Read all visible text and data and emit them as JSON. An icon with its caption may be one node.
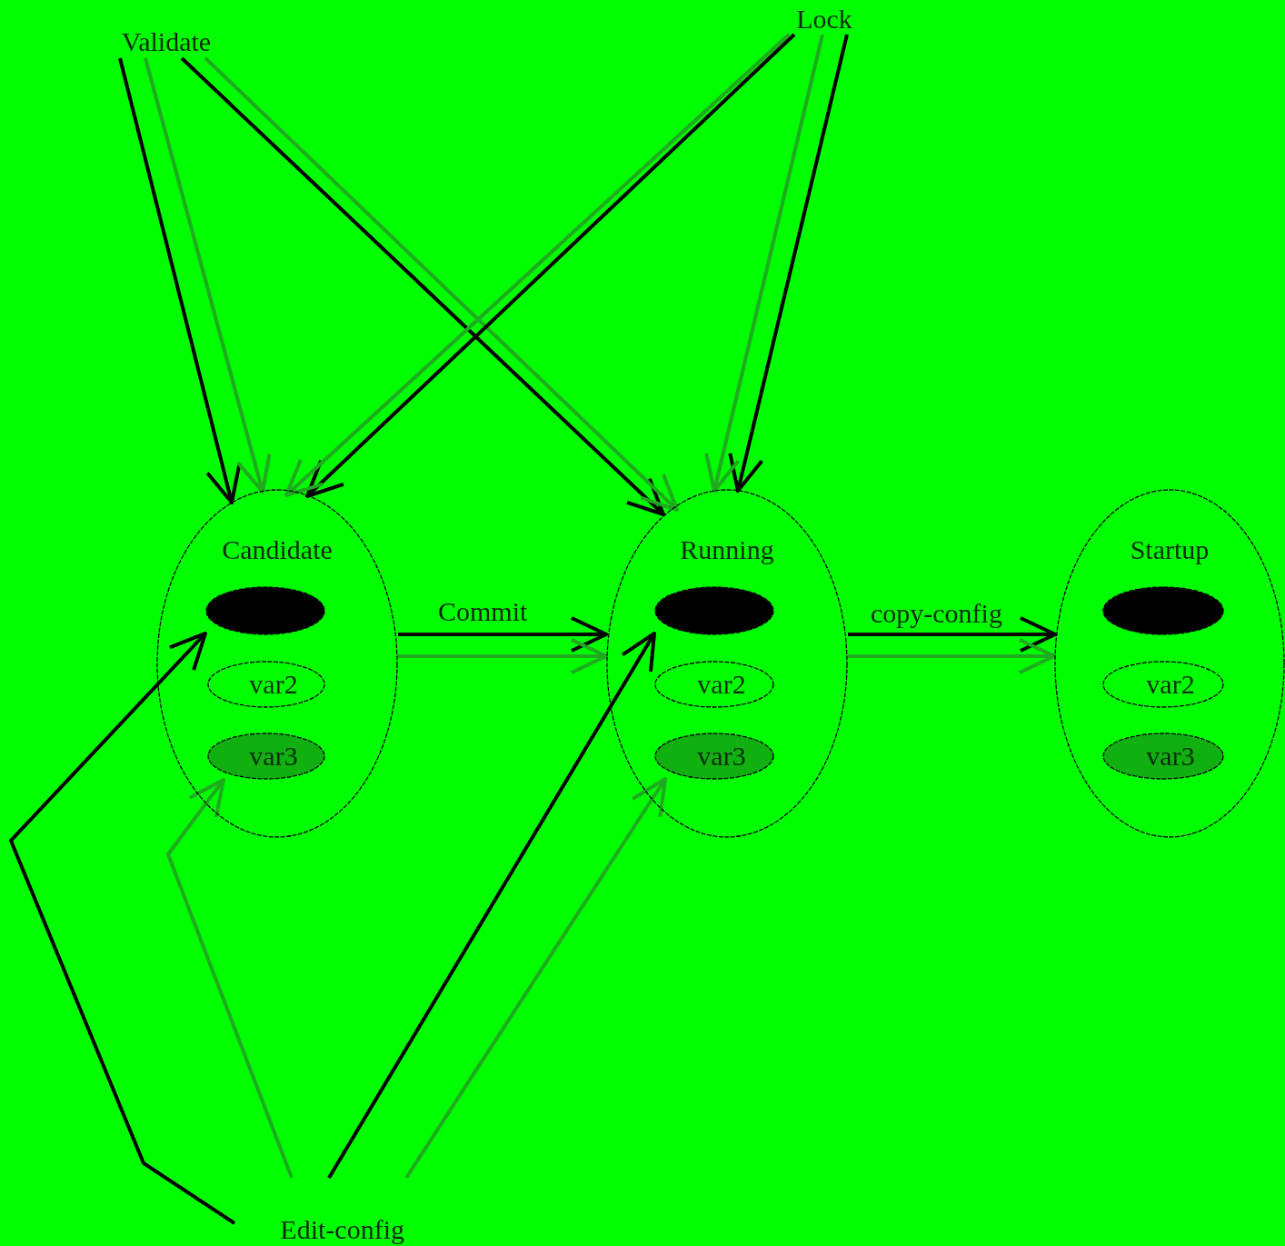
{
  "diagram": {
    "nodes": [
      {
        "text": [
          "Validate"
        ]
      },
      {
        "text": [
          "Lock"
        ]
      },
      {
        "text": [
          "Candidate"
        ]
      },
      {
        "text": [],
        "shape": "ellipse",
        "in": 2
      },
      {
        "text": [
          "var2"
        ],
        "in": 2
      },
      {
        "text": [
          "var3"
        ],
        "in": 2
      },
      {
        "text": [
          "Running"
        ]
      },
      {
        "text": [],
        "shape": "ellipse",
        "in": 6
      },
      {
        "text": [
          "var2"
        ],
        "in": 6
      },
      {
        "text": [
          "var3"
        ],
        "in": 6
      },
      {
        "text": [
          "Startup"
        ]
      },
      {
        "text": [],
        "shape": "ellipse",
        "in": 10
      },
      {
        "text": [
          "var2"
        ],
        "in": 10
      },
      {
        "text": [
          "var3"
        ],
        "in": 10
      },
      {
        "text": [
          "Edit-config"
        ]
      }
    ],
    "edges": [
      {
        "from": 0,
        "to": 2,
        "arrow": "to"
      },
      {
        "from": 0,
        "to": 2,
        "arrow": "to",
        "color": "#1faa1f"
      },
      {
        "from": 0,
        "to": 6,
        "arrow": "to"
      },
      {
        "from": 0,
        "to": 6,
        "arrow": "to",
        "color": "#1faa1f"
      },
      {
        "from": 1,
        "to": 2,
        "arrow": "to"
      },
      {
        "from": 1,
        "to": 2,
        "arrow": "to",
        "color": "#1faa1f"
      },
      {
        "from": 1,
        "to": 6,
        "arrow": "to"
      },
      {
        "from": 1,
        "to": 6,
        "arrow": "to",
        "color": "#1faa1f"
      },
      {
        "from": 2,
        "to": 6,
        "arrow": "to",
        "label": "Commit"
      },
      {
        "from": 2,
        "to": 6,
        "arrow": "to",
        "color": "#1faa1f"
      },
      {
        "from": 6,
        "to": 10,
        "arrow": "to",
        "label": "copy-config"
      },
      {
        "from": 6,
        "to": 10,
        "arrow": "to",
        "color": "#1faa1f"
      },
      {
        "from": 14,
        "to": 3,
        "arrow": "to"
      },
      {
        "from": 14,
        "to": 7,
        "arrow": "to"
      },
      {
        "from": 14,
        "to": 5,
        "arrow": "to",
        "color": "#1faa1f"
      },
      {
        "from": 14,
        "to": 9,
        "arrow": "to",
        "color": "#1faa1f"
      }
    ]
  }
}
